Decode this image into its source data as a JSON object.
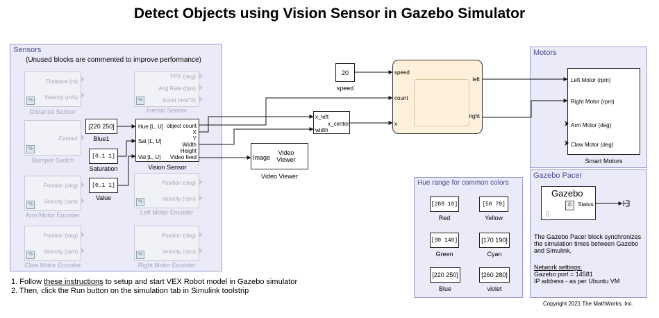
{
  "title": "Detect Objects using Vision Sensor in Gazebo Simulator",
  "sensors": {
    "area_label": "Sensors",
    "note": "(Unused blocks are commented to improve performance)",
    "distance_sensor": {
      "name": "Distance Sensor",
      "ports": [
        "Distance (m)",
        "Velocity (m/s)"
      ]
    },
    "inertial_sensor": {
      "name": "Inertial Sensor",
      "ports": [
        "YPR (deg)",
        "Ang Rate (dps)",
        "Accel (m/s^2)"
      ]
    },
    "bumper_switch": {
      "name": "Bumper Switch",
      "ports": [
        "Contact"
      ]
    },
    "arm_motor_encoder": {
      "name": "Arm Motor Encoder",
      "ports": [
        "Position (deg)",
        "Velocity (rpm)"
      ]
    },
    "left_motor_encoder": {
      "name": "Left Motor Encoder",
      "ports": [
        "Position (deg)",
        "Velocity (rpm)"
      ]
    },
    "claw_motor_encoder": {
      "name": "Claw Motor Encoder",
      "ports": [
        "Position (deg)",
        "Velocity (rpm)"
      ]
    },
    "right_motor_encoder": {
      "name": "Right Motor Encoder",
      "ports": [
        "Position (deg)",
        "Velocity (rpm)"
      ]
    },
    "blue1": {
      "value": "[220 250]",
      "name": "Blue1"
    },
    "saturation": {
      "value": "[0.1 1]",
      "name": "Saturation"
    },
    "value": {
      "value": "[0.1 1]",
      "name": "Value"
    },
    "vision_sensor": {
      "name": "Vision Sensor",
      "inputs": [
        "Hue [L, U]",
        "Sat [L, U]",
        "Val [L, U]"
      ],
      "outputs": [
        "object count",
        "X",
        "Y",
        "Width",
        "Height",
        "Video feed"
      ]
    }
  },
  "speed_block": {
    "value": "20",
    "name": "speed"
  },
  "center_block": {
    "inputs": [
      "x_left",
      "width"
    ],
    "text": "x_center"
  },
  "chart": {
    "inputs": [
      "speed",
      "count",
      "x"
    ],
    "outputs": [
      "left",
      "right"
    ]
  },
  "video_viewer": {
    "port": "Image",
    "text": "Video Viewer",
    "name": "Video Viewer"
  },
  "motors": {
    "area_label": "Motors",
    "block_name": "Smart Motors",
    "ports": [
      "Left Motor (rpm)",
      "Right Motor (rpm)",
      "Arm Motor (deg)",
      "Claw Motor (deg)"
    ]
  },
  "hue": {
    "area_label": "Hue range for common colors",
    "items": [
      {
        "value": "[288 10]",
        "name": "Red"
      },
      {
        "value": "[50 70]",
        "name": "Yellow"
      },
      {
        "value": "[90 140]",
        "name": "Green"
      },
      {
        "value": "[170 190]",
        "name": "Cyan"
      },
      {
        "value": "[220 250]",
        "name": "Blue"
      },
      {
        "value": "[260 280]",
        "name": "violet"
      }
    ]
  },
  "pacer": {
    "area_label": "Gazebo Pacer",
    "block_title": "Gazebo",
    "status": "Status",
    "desc": "The Gazebo Pacer block synchronizes the simulation times between Gazebo and Simulink.",
    "net_title": "Network settings:",
    "port": "Gazebo port = 14581",
    "ip": "IP address - as per Ubuntu VM"
  },
  "instructions": {
    "line1_pre": "1. Follow ",
    "line1_link": "these instructions",
    "line1_post": " to setup and start VEX Robot model in Gazebo simulator",
    "line2": "2. Then, click the Run button on the simulation tab in Simulink toolstrip"
  },
  "copyright": "Copyright 2021 The MathWorks, Inc."
}
